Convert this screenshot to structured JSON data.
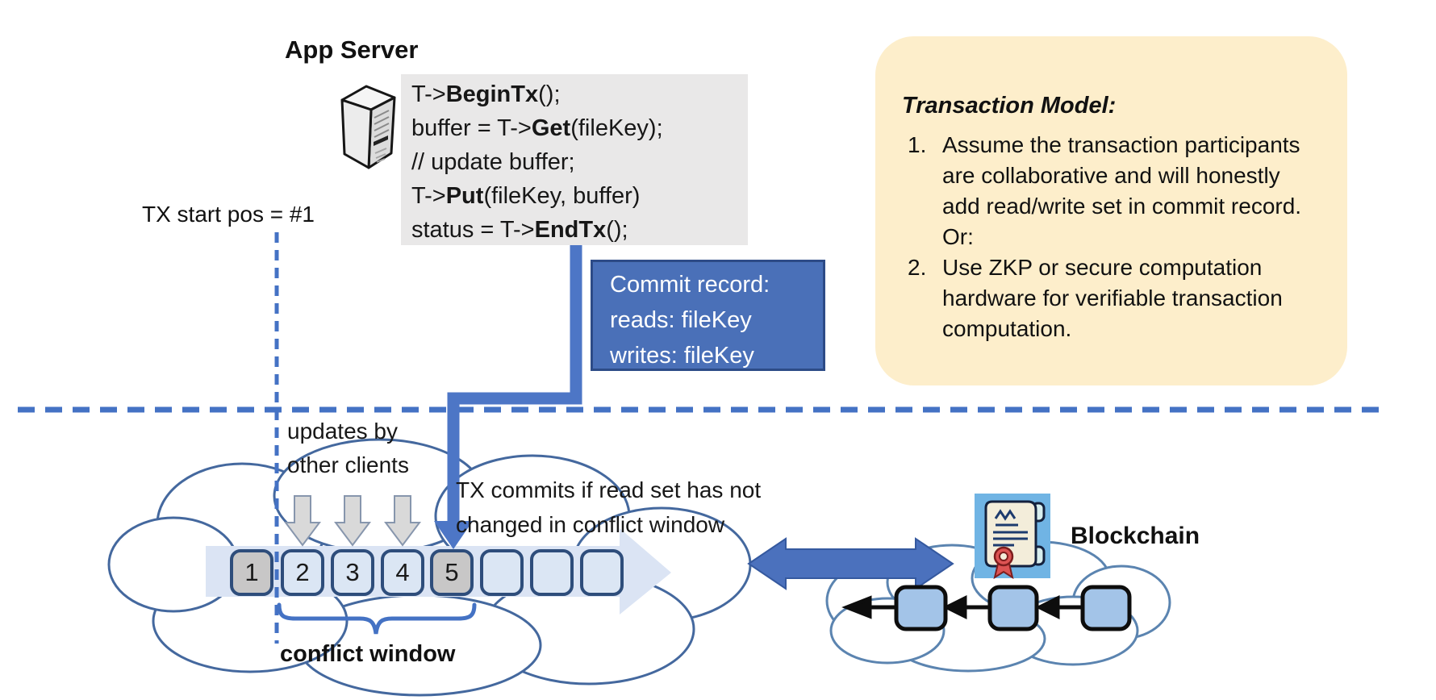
{
  "colors": {
    "accent_blue": "#4472c4",
    "connector_blue": "#4d76c6",
    "commit_box_blue": "#4a70b8",
    "note_yellow": "#fdeecb",
    "code_gray": "#e9e8e8",
    "box_border_navy": "#2e4d7b",
    "box_fill_light": "#dbe6f4",
    "box_fill_gray": "#c8c7c7",
    "timeline_band_blue": "#dbe4f4",
    "block_fill_blue": "#a3c4e8",
    "cloud_stroke_blue": "#44689e",
    "rosette_red": "#dd5353"
  },
  "app_server": {
    "title": "App Server"
  },
  "code": {
    "lines": [
      {
        "pre": "T->",
        "bold": "BeginTx",
        "post": "();"
      },
      {
        "pre": "buffer = T->",
        "bold": "Get",
        "post": "(fileKey);"
      },
      {
        "pre": "// update buffer;",
        "bold": "",
        "post": ""
      },
      {
        "pre": "T->",
        "bold": "Put",
        "post": "(fileKey, buffer)"
      },
      {
        "pre": "status = T->",
        "bold": "EndTx",
        "post": "();"
      }
    ]
  },
  "commit_record": {
    "lines": [
      "Commit record:",
      "reads: fileKey",
      "writes: fileKey"
    ]
  },
  "note": {
    "title": "Transaction Model:",
    "items": [
      {
        "marker": "1.",
        "text": "Assume the transaction participants are collaborative and will honestly add read/write set in commit record.  Or:"
      },
      {
        "marker": "2.",
        "text": "Use ZKP or secure computation hardware for verifiable transaction computation."
      }
    ]
  },
  "labels": {
    "tx_start": "TX start pos = #1",
    "updates": "updates by other clients",
    "commit_rule": "TX commits if read set has not changed in conflict window",
    "conflict_window": "conflict window",
    "blockchain": "Blockchain"
  },
  "timeline": {
    "boxes": [
      {
        "label": "1"
      },
      {
        "label": "2"
      },
      {
        "label": "3"
      },
      {
        "label": "4"
      },
      {
        "label": "5"
      },
      {
        "label": ""
      },
      {
        "label": ""
      },
      {
        "label": ""
      }
    ]
  },
  "icons": {
    "server": "app-server-tower-icon",
    "certificate": "ledger-certificate-icon"
  }
}
